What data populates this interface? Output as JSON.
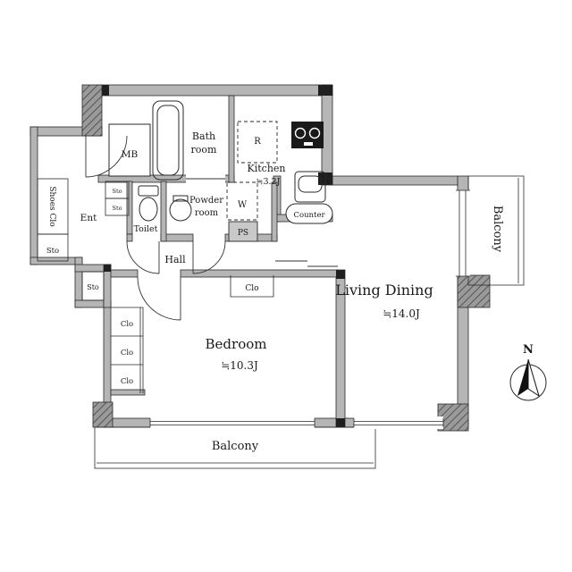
{
  "floorplan": {
    "labels": {
      "mb": "MB",
      "bath_1": "Bath",
      "bath_2": "room",
      "fridge": "R",
      "kitchen_1": "Kitchen",
      "kitchen_2": "≒3.2J",
      "washer": "W",
      "powder_1": "Powder",
      "powder_2": "room",
      "ps": "PS",
      "counter": "Counter",
      "toilet": "Toilet",
      "sto_small_1": "Sto",
      "sto_small_2": "Sto",
      "ent": "Ent",
      "shoes_clo": "Shoes Clo",
      "sto_left": "Sto",
      "hall": "Hall",
      "clo_hall": "Clo",
      "living_1": "Living Dining",
      "living_2": "≒14.0J",
      "sto_bedroom": "Sto",
      "clo_1": "Clo",
      "clo_2": "Clo",
      "clo_3": "Clo",
      "bedroom_1": "Bedroom",
      "bedroom_2": "≒10.3J",
      "balcony_right": "Balcony",
      "balcony_bottom": "Balcony",
      "north": "N"
    },
    "colors": {
      "wall": "#b5b5b5",
      "pillar": "#1f1f1f",
      "line": "#2a2a2a",
      "background": "#ffffff"
    }
  }
}
